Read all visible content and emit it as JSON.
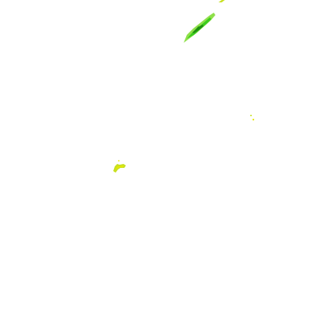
{
  "map": {
    "background_color": "#ffffff",
    "layer": "radar-precipitation-overlay",
    "palette": {
      "light_green": "#8fe04a",
      "green": "#3ccc1e",
      "dark_green": "#1f8f12",
      "yellow_green": "#c8e020",
      "yellow": "#e8e800"
    },
    "cells": [
      {
        "name": "precip-cell-northeast-band",
        "intensity": "moderate"
      },
      {
        "name": "precip-cell-edge-fragment",
        "intensity": "light"
      },
      {
        "name": "precip-cell-small-east",
        "intensity": "light"
      },
      {
        "name": "precip-cell-west-center",
        "intensity": "light"
      }
    ]
  }
}
